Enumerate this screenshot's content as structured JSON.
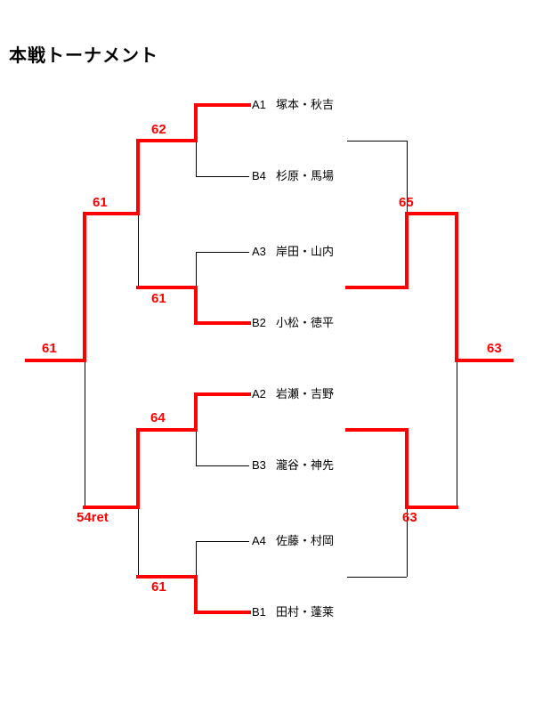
{
  "title": "本戦トーナメント",
  "colors": {
    "background": "#ffffff",
    "line": "#000000",
    "accent": "#ff0000",
    "text": "#000000"
  },
  "teams": [
    {
      "seed": "A1",
      "name": "塚本・秋吉"
    },
    {
      "seed": "B4",
      "name": "杉原・馬場"
    },
    {
      "seed": "A3",
      "name": "岸田・山内"
    },
    {
      "seed": "B2",
      "name": "小松・徳平"
    },
    {
      "seed": "A2",
      "name": "岩瀬・吉野"
    },
    {
      "seed": "B3",
      "name": "瀧谷・神先"
    },
    {
      "seed": "A4",
      "name": "佐藤・村岡"
    },
    {
      "seed": "B1",
      "name": "田村・蓬莱"
    }
  ],
  "scores": {
    "quarterfinal_1": "62",
    "quarterfinal_2": "61",
    "quarterfinal_3": "64",
    "quarterfinal_4": "61",
    "semifinal_top": "61",
    "semifinal_bottom": "54ret",
    "final": "61",
    "consolation_semifinal_top": "65",
    "consolation_semifinal_bottom": "63",
    "consolation_final": "63"
  }
}
